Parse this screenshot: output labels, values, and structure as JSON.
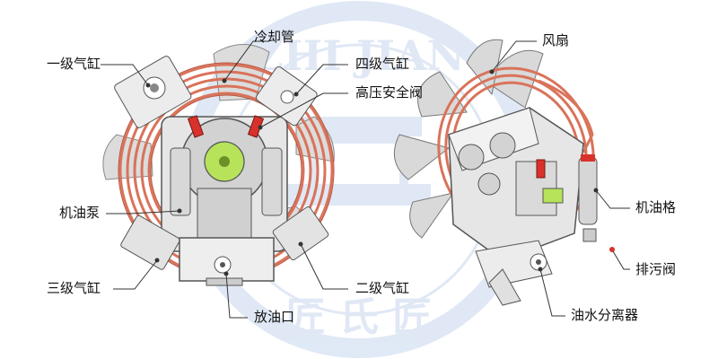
{
  "labels": {
    "cooling_pipe": "冷却管",
    "stage1_cylinder": "一级气缸",
    "stage4_cylinder": "四级气缸",
    "hp_safety_valve": "高压安全阀",
    "oil_pump": "机油泵",
    "stage3_cylinder": "三级气缸",
    "stage2_cylinder": "二级气缸",
    "oil_drain": "放油口",
    "fan": "风扇",
    "oil_filter": "机油格",
    "blowdown_valve": "排污阀",
    "oil_water_separator": "油水分离器"
  },
  "watermark": {
    "text_top": "ZHI JIAN",
    "text_bottom": "匠 氏 匠",
    "color": "#c7d7ee"
  },
  "colors": {
    "copper_pipe": "#d9735a",
    "metal_light": "#e9e9e9",
    "metal_mid": "#c9c9c9",
    "outline": "#555555",
    "accent_green": "#b6e35a",
    "accent_red": "#d8322b"
  }
}
